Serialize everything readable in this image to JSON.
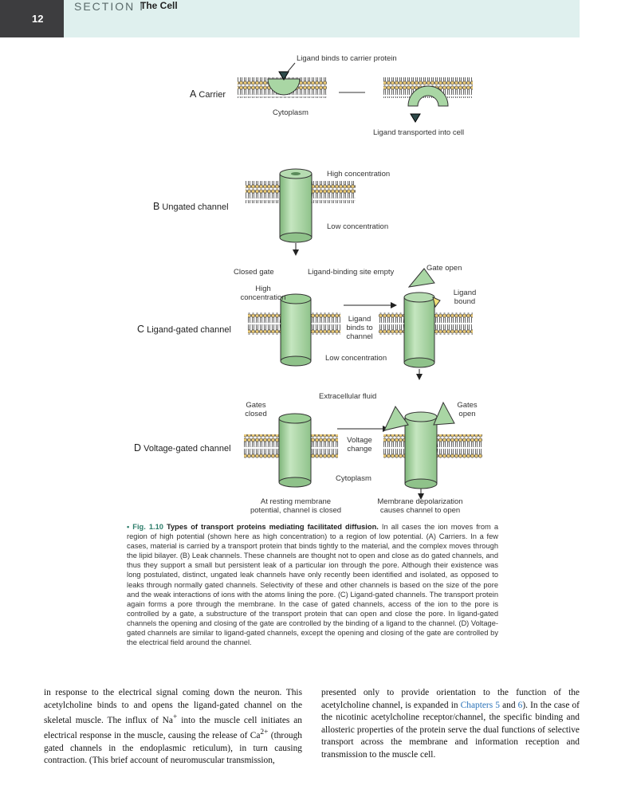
{
  "header": {
    "page_number": "12",
    "section": "SECTION I",
    "chapter_title": "The Cell"
  },
  "figure": {
    "panelA": {
      "letter": "A",
      "title": "Carrier",
      "top_label": "Ligand binds to carrier protein",
      "cytoplasm": "Cytoplasm",
      "bottom_label": "Ligand transported into cell"
    },
    "panelB": {
      "letter": "B",
      "title": "Ungated channel",
      "high": "High concentration",
      "low": "Low concentration"
    },
    "panelC": {
      "letter": "C",
      "title": "Ligand-gated channel",
      "closed_gate": "Closed gate",
      "site_empty": "Ligand-binding site empty",
      "gate_open": "Gate open",
      "high_1": "High",
      "high_2": "concentration",
      "bound_1": "Ligand",
      "bound_2": "bound",
      "binds_1": "Ligand",
      "binds_2": "binds to",
      "binds_3": "channel",
      "low": "Low concentration"
    },
    "panelD": {
      "letter": "D",
      "title": "Voltage-gated channel",
      "extracellular": "Extracellular fluid",
      "gates_closed_1": "Gates",
      "gates_closed_2": "closed",
      "gates_open_1": "Gates",
      "gates_open_2": "open",
      "voltage_1": "Voltage",
      "voltage_2": "change",
      "cytoplasm": "Cytoplasm",
      "resting_1": "At resting membrane",
      "resting_2": "potential, channel is closed",
      "depol_1": "Membrane depolarization",
      "depol_2": "causes channel to open"
    }
  },
  "caption": {
    "label": "• Fig. 1.10",
    "title": "Types of transport proteins mediating facilitated diffusion.",
    "text": "In all cases the ion moves from a region of high potential (shown here as high concentration) to a region of low potential. (A) Carriers. In a few cases, material is carried by a transport protein that binds tightly to the material, and the complex moves through the lipid bilayer. (B) Leak channels. These channels are thought not to open and close as do gated channels, and thus they support a small but persistent leak of a particular ion through the pore. Although their existence was long postulated, distinct, ungated leak channels have only recently been identified and isolated, as opposed to leaks through normally gated channels. Selectivity of these and other channels is based on the size of the pore and the weak interactions of ions with the atoms lining the pore. (C) Ligand-gated channels. The transport protein again forms a pore through the membrane. In the case of gated channels, access of the ion to the pore is controlled by a gate, a substructure of the transport protein that can open and close the pore. In ligand-gated channels the opening and closing of the gate are controlled by the binding of a ligand to the channel. (D) Voltage-gated channels are similar to ligand-gated channels, except the opening and closing of the gate are controlled by the electrical field around the channel."
  },
  "body_left": {
    "p1": "in response to the electrical signal coming down the neuron. This acetylcholine binds to and opens the ligand-gated channel on the skeletal muscle. The influx of Na",
    "sup1": "+",
    "p2": " into the muscle cell initiates an electrical response in the muscle, causing the release of Ca",
    "sup2": "2+",
    "p3": " (through gated channels in the endoplasmic reticulum), in turn causing contraction. (This brief account of neuromuscular transmission,"
  },
  "body_right": {
    "p1": "presented only to provide orientation to the function of the acetylcholine channel, is expanded in ",
    "link1": "Chapters 5",
    "p2": " and ",
    "link2": "6",
    "p3": "). In the case of the nicotinic acetylcholine receptor/channel, the specific binding and allosteric properties of the protein serve the dual functions of selective transport across the membrane and information reception and transmission to the muscle cell."
  },
  "colors": {
    "header_bg": "#dff0ee",
    "page_num_bg": "#3d3d3f",
    "protein_green": "#a9d6a4",
    "lipid_head": "#e8c878",
    "link": "#2a72b8",
    "fig_label": "#2d7d6a"
  }
}
